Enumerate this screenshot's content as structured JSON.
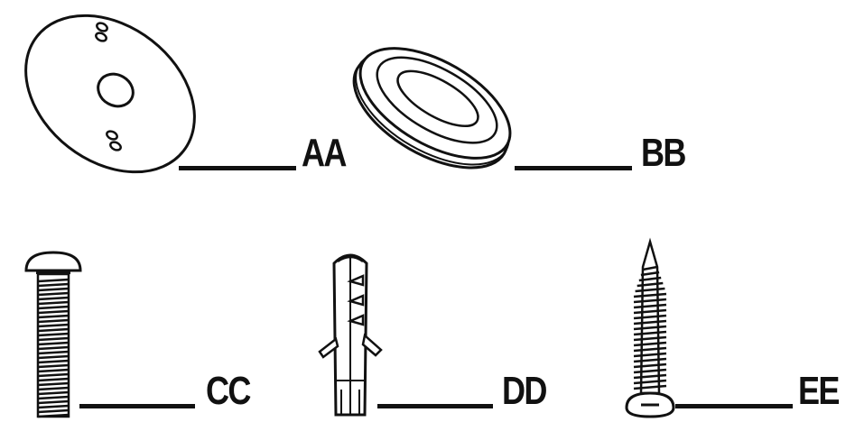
{
  "parts": [
    {
      "id": "AA",
      "label": "AA",
      "icon": "washer-plate-icon"
    },
    {
      "id": "BB",
      "label": "BB",
      "icon": "grommet-ring-icon"
    },
    {
      "id": "CC",
      "label": "CC",
      "icon": "machine-screw-icon"
    },
    {
      "id": "DD",
      "label": "DD",
      "icon": "wall-anchor-icon"
    },
    {
      "id": "EE",
      "label": "EE",
      "icon": "wood-screw-icon"
    }
  ],
  "colors": {
    "ink": "#111111",
    "background": "#ffffff"
  }
}
